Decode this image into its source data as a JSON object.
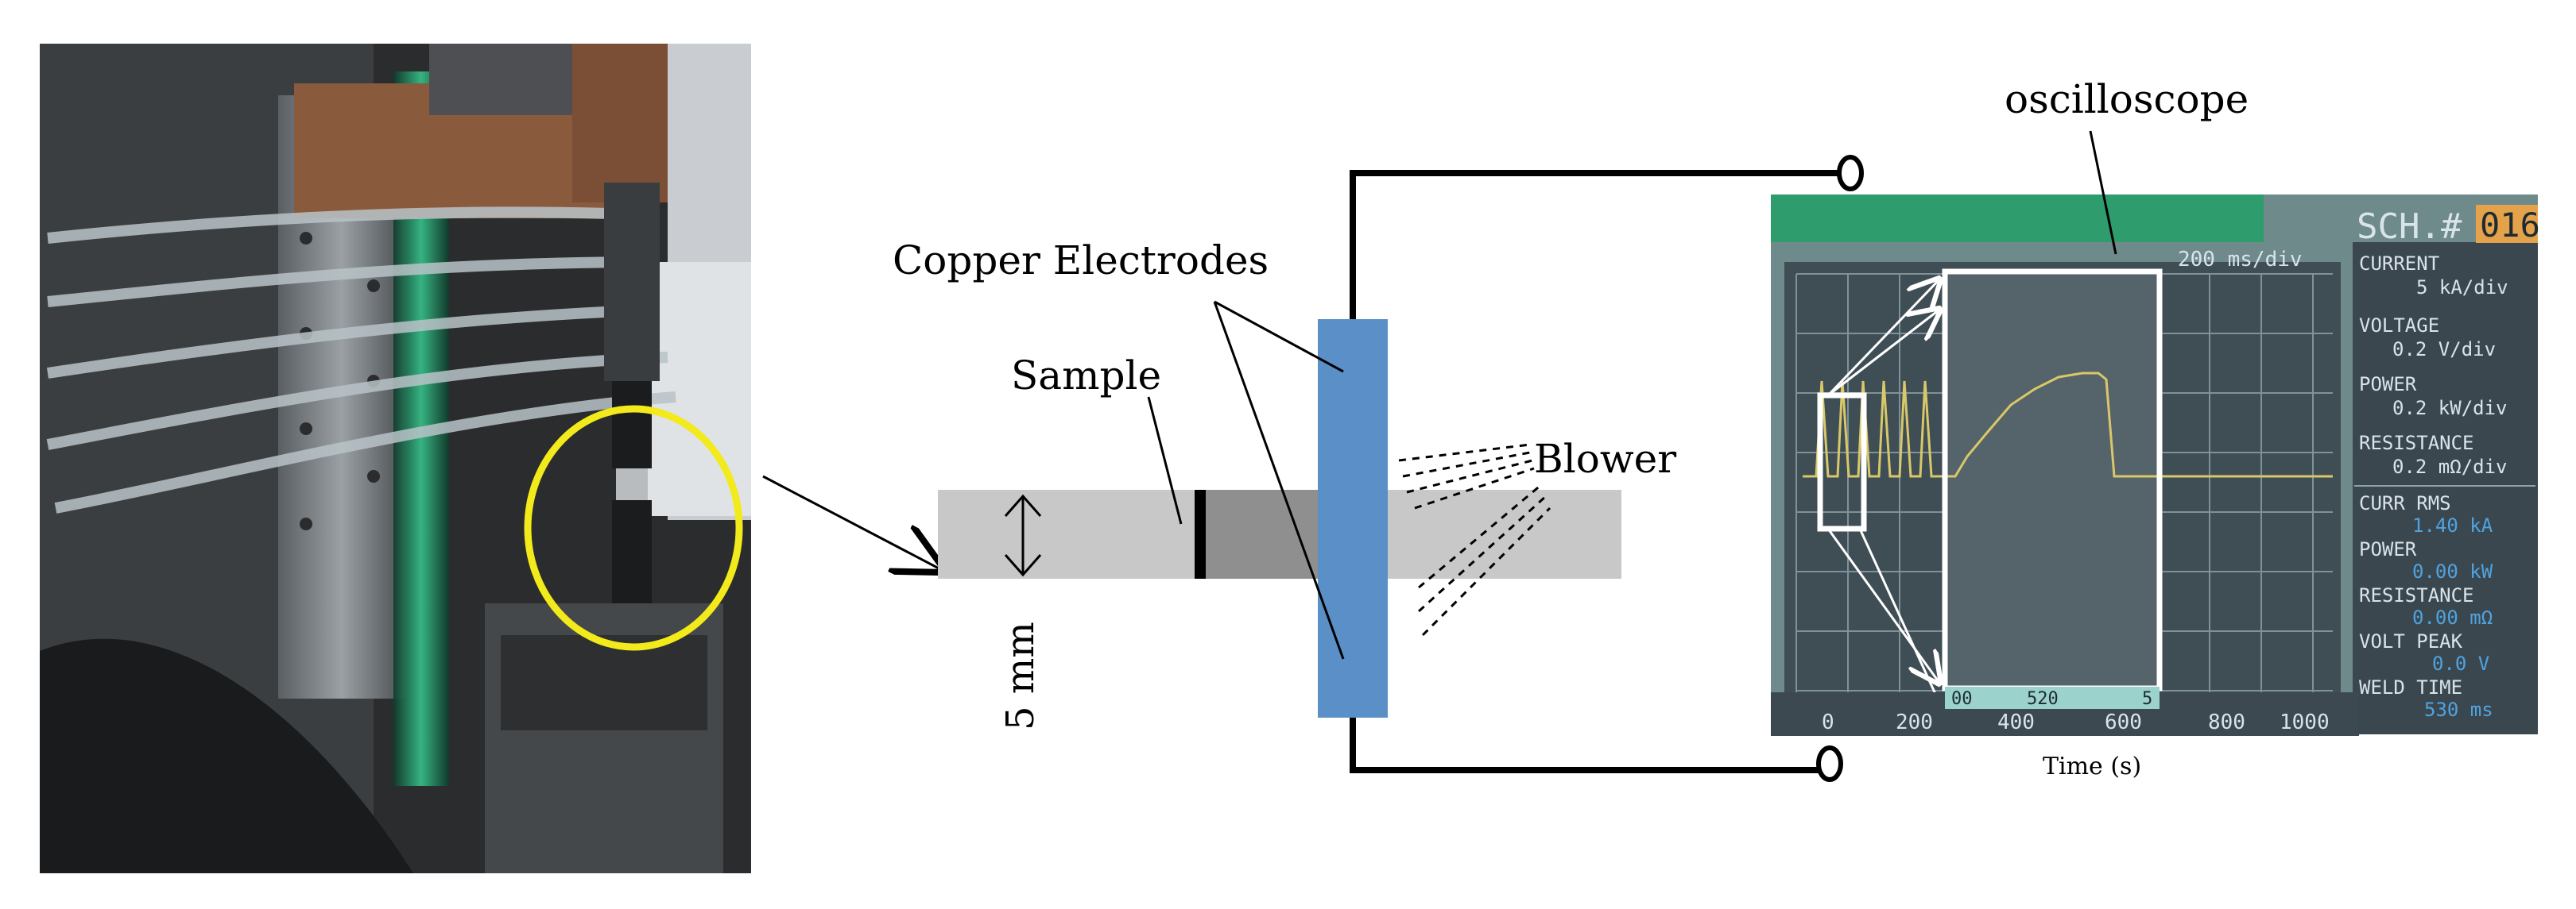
{
  "labels": {
    "copper_electrodes": "Copper Electrodes",
    "sample": "Sample",
    "blower": "Blower",
    "thickness": "5 mm",
    "oscilloscope": "oscilloscope",
    "time_axis": "Time (s)"
  },
  "oscilloscope_screen": {
    "header": "SCH.#",
    "header_value": "016",
    "time_div": "200 ms/div",
    "x_ticks": [
      "0",
      "200",
      "400",
      "600",
      "800",
      "1000"
    ],
    "zoom_ticks": [
      "00",
      "520",
      "5"
    ],
    "readouts": [
      {
        "label": "CURRENT",
        "value": "5 kA/div"
      },
      {
        "label": "VOLTAGE",
        "value": "0.2  V/div"
      },
      {
        "label": "POWER",
        "value": "0.2 kW/div"
      },
      {
        "label": "RESISTANCE",
        "value": "0.2 mΩ/div"
      }
    ],
    "measurements": [
      {
        "label": "CURR RMS",
        "value": "1.40 kA"
      },
      {
        "label": "POWER",
        "value": "0.00 kW"
      },
      {
        "label": "RESISTANCE",
        "value": "0.00 mΩ"
      },
      {
        "label": "VOLT PEAK",
        "value": "0.0 V"
      },
      {
        "label": "WELD TIME",
        "value": "530 ms"
      }
    ]
  },
  "colors": {
    "electrode": "#5b8fc7",
    "sample_light": "#c8c8c8",
    "sample_dark": "#8f8f8f",
    "highlight_circle": "#f2ea1a",
    "screen_bg": "#3f4d55",
    "trace": "#d8c869"
  }
}
